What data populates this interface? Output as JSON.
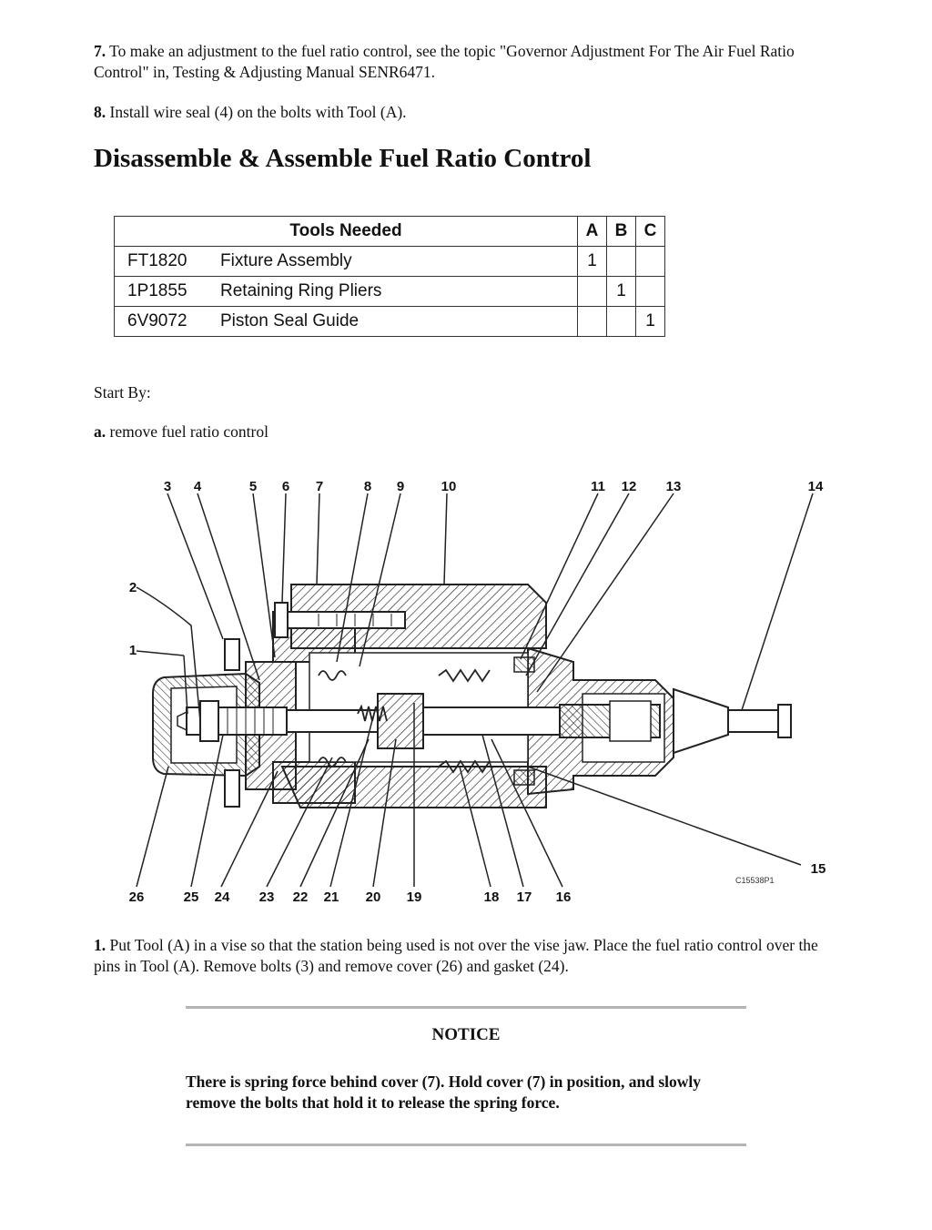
{
  "step7": {
    "num": "7.",
    "text": " To make an adjustment to the fuel ratio control, see the topic \"Governor Adjustment For The Air Fuel Ratio Control\" in, Testing & Adjusting Manual SENR6471."
  },
  "step8": {
    "num": "8.",
    "text": " Install wire seal (4) on the bolts with Tool (A)."
  },
  "heading": "Disassemble & Assemble Fuel Ratio Control",
  "tools_table": {
    "header": "Tools Needed",
    "cols": [
      "A",
      "B",
      "C"
    ],
    "rows": [
      {
        "part": "FT1820",
        "desc": "Fixture Assembly",
        "a": "1",
        "b": "",
        "c": ""
      },
      {
        "part": "1P1855",
        "desc": "Retaining Ring Pliers",
        "a": "",
        "b": "1",
        "c": ""
      },
      {
        "part": "6V9072",
        "desc": "Piston Seal Guide",
        "a": "",
        "b": "",
        "c": "1"
      }
    ]
  },
  "start_by": "Start By:",
  "step_a": {
    "num": "a.",
    "text": " remove fuel ratio control"
  },
  "figure": {
    "callouts_top": [
      "3",
      "4",
      "5",
      "6",
      "7",
      "8",
      "9",
      "10",
      "11",
      "12",
      "13",
      "14"
    ],
    "callouts_left": [
      "2",
      "1"
    ],
    "callouts_right": [
      "15"
    ],
    "callouts_bottom": [
      "26",
      "25",
      "24",
      "23",
      "22",
      "21",
      "20",
      "19",
      "18",
      "17",
      "16"
    ],
    "figure_id": "C15538P1"
  },
  "step1": {
    "num": "1.",
    "text": " Put Tool (A) in a vise so that the station being used is not over the vise jaw. Place the fuel ratio control over the pins in Tool (A). Remove bolts (3) and remove cover (26) and gasket (24)."
  },
  "notice": {
    "title": "NOTICE",
    "text": "There is spring force behind cover (7). Hold cover (7) in position, and slowly remove the bolts that hold it to release the spring force."
  }
}
